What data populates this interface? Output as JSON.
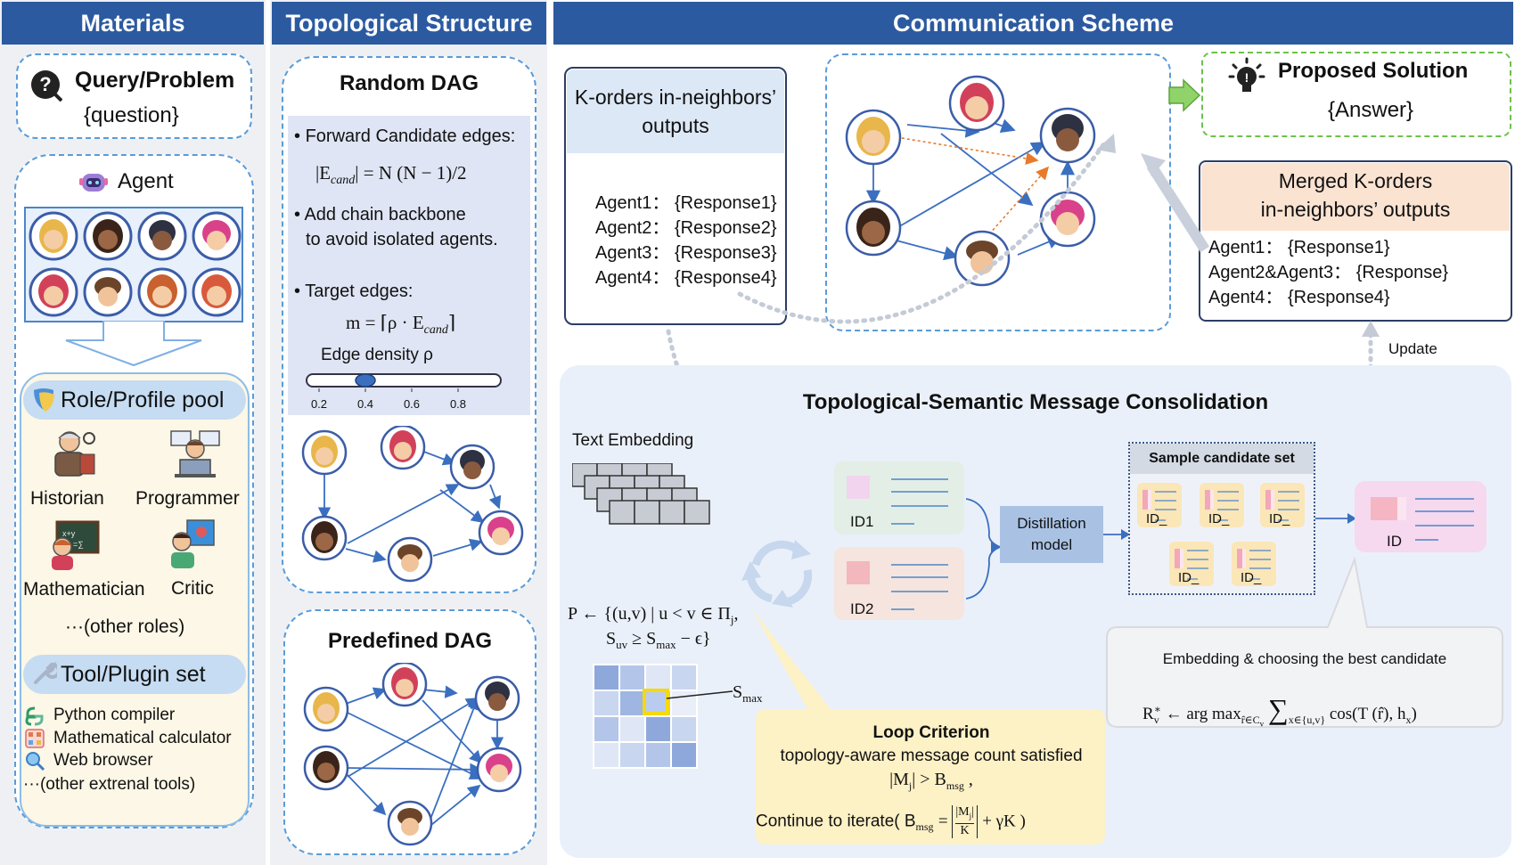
{
  "materials": {
    "header": "Materials",
    "query_title": "Query/Problem",
    "query_placeholder": "{question}",
    "agent_title": "Agent",
    "role_pool_title": "Role/Profile pool",
    "roles": [
      "Historian",
      "Programmer",
      "Mathematician",
      "Critic"
    ],
    "other_roles": "···(other roles)",
    "tool_title": "Tool/Plugin set",
    "tools": [
      "Python compiler",
      "Mathematical calculator",
      "Web browser"
    ],
    "other_tools": "···(other extrenal tools)"
  },
  "topology": {
    "header": "Topological Structure",
    "random_title": "Random DAG",
    "bullet1": "Forward Candidate edges:",
    "formula1_lhs": "|E",
    "formula1_sub": "cand",
    "formula1_rhs": "| = N (N − 1)/2",
    "bullet2_line1": "Add chain backbone",
    "bullet2_line2": "to avoid isolated agents.",
    "bullet3": "Target edges:",
    "formula2_lhs": "m = ⌈ρ · E",
    "formula2_sub": "cand",
    "formula2_rhs": "⌉",
    "density_label": "Edge density ρ",
    "slider_ticks": [
      "0.2",
      "0.4",
      "0.6",
      "0.8"
    ],
    "slider_value": 0.4,
    "predefined_title": "Predefined DAG"
  },
  "communication": {
    "header": "Communication Scheme",
    "korders_title_line1": "K-orders in-neighbors’",
    "korders_title_line2": "outputs",
    "responses": [
      {
        "agent": "Agent1：",
        "value": "{Response1}"
      },
      {
        "agent": "Agent2：",
        "value": "{Response2}"
      },
      {
        "agent": "Agent3：",
        "value": "{Response3}"
      },
      {
        "agent": "Agent4：",
        "value": "{Response4}"
      }
    ],
    "solution_title": "Proposed Solution",
    "solution_value": "{Answer}",
    "merged_title_line1": "Merged K-orders",
    "merged_title_line2": "in-neighbors’ outputs",
    "merged": [
      {
        "agent": "Agent1：",
        "value": "{Response1}"
      },
      {
        "agent": "Agent2&Agent3：",
        "value": "{Response}"
      },
      {
        "agent": "Agent4：",
        "value": "{Response4}"
      }
    ],
    "update_label": "Update",
    "consolidation_title": "Topological-Semantic Message Consolidation",
    "text_embedding": "Text Embedding",
    "id1": "ID1",
    "id2": "ID2",
    "distill_line1": "Distillation",
    "distill_line2": "model",
    "sample_title": "Sample candidate set",
    "id_short": "ID_",
    "id_final": "ID",
    "smax_label": "S",
    "smax_sub": "max",
    "p_formula_line1": "P ← {(u,v) | u < v ∈ Π",
    "p_formula_line1_sub": "j",
    "p_formula_line1_end": ",",
    "p_formula_line2": "S",
    "p_formula_line2_sub": "uv",
    "p_formula_line2_mid": " ≥ S",
    "p_formula_line2_sub2": "max",
    "p_formula_line2_end": " − ϵ}",
    "embed_title": "Embedding & choosing the best candidate",
    "embed_formula": "R",
    "embed_formula_rest": "← arg max",
    "embed_formula_sum": "cos(T (r̂), h",
    "loop_title": "Loop Criterion",
    "loop_line1": "topology-aware message count satisfied",
    "loop_line2": "|M",
    "loop_line2_rest": "| > B",
    "loop_line2_sub": "msg",
    "loop_line3": "Continue to iterate( B",
    "loop_line3_rest": " + γK )"
  }
}
